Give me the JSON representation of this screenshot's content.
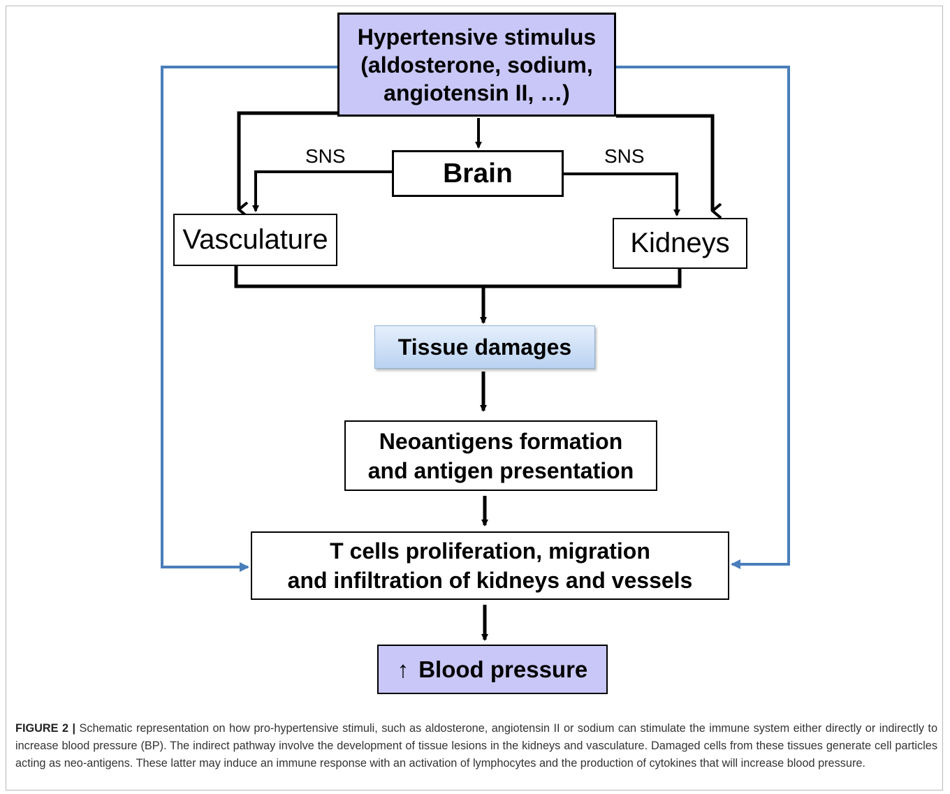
{
  "nodes": {
    "hypertensive": [
      "Hypertensive stimulus",
      "(aldosterone, sodium,",
      "angiotensin II, …)"
    ],
    "brain": "Brain",
    "vasculature": "Vasculature",
    "kidneys": "Kidneys",
    "tissue": "Tissue damages",
    "neoantigens": [
      "Neoantigens formation",
      "and antigen presentation"
    ],
    "tcells": [
      "T cells proliferation, migration",
      "and infiltration of kidneys and vessels"
    ],
    "bp_arrow": "↑",
    "bp": "Blood pressure"
  },
  "edge_labels": {
    "sns_left": "SNS",
    "sns_right": "SNS"
  },
  "caption": {
    "label": "FIGURE 2 |",
    "text": " Schematic representation on how pro-hypertensive stimuli, such as aldosterone, angiotensin II or sodium can stimulate the immune system either directly or indirectly to increase blood pressure (BP). The indirect pathway involve the development of tissue lesions in the kidneys and vasculature. Damaged cells from these tissues generate cell particles acting as neo-antigens. These latter may induce an immune response with an activation of lymphocytes and the production of cytokines that will increase blood pressure."
  },
  "colors": {
    "stimulus_fill": "#c9c7f7",
    "feedback_line": "#4a7ebb",
    "tissue_fill": "#c5daf3"
  }
}
